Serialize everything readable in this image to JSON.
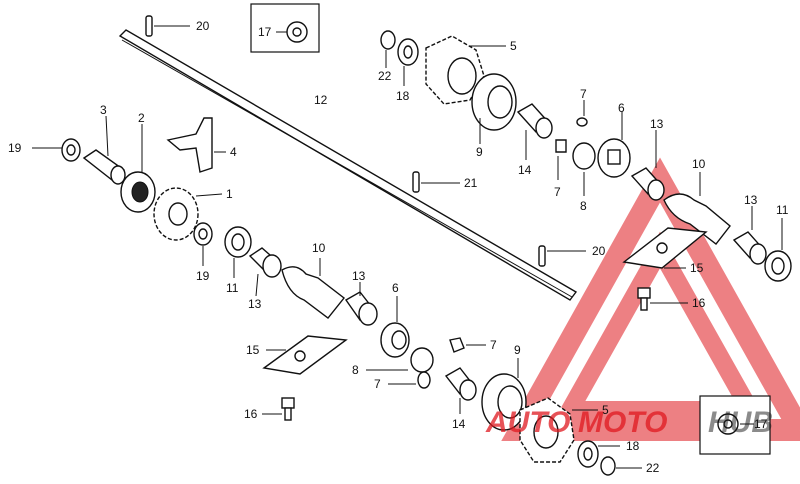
{
  "diagram": {
    "callouts": {
      "p1": "1",
      "p2": "2",
      "p3": "3",
      "p4": "4",
      "p5": "5",
      "p6": "6",
      "p7": "7",
      "p8": "8",
      "p9": "9",
      "p10": "10",
      "p11": "11",
      "p12": "12",
      "p13": "13",
      "p14": "14",
      "p15": "15",
      "p16": "16",
      "p17": "17",
      "p18": "18",
      "p19": "19",
      "p20": "20",
      "p21": "21",
      "p22": "22"
    },
    "watermark": {
      "text_a": "AUTO",
      "text_b": "MOTO",
      "text_c": "HUB",
      "colors": {
        "red": "#e0191f",
        "black": "#1a1a1a",
        "grey": "#c9c9c9"
      }
    }
  }
}
